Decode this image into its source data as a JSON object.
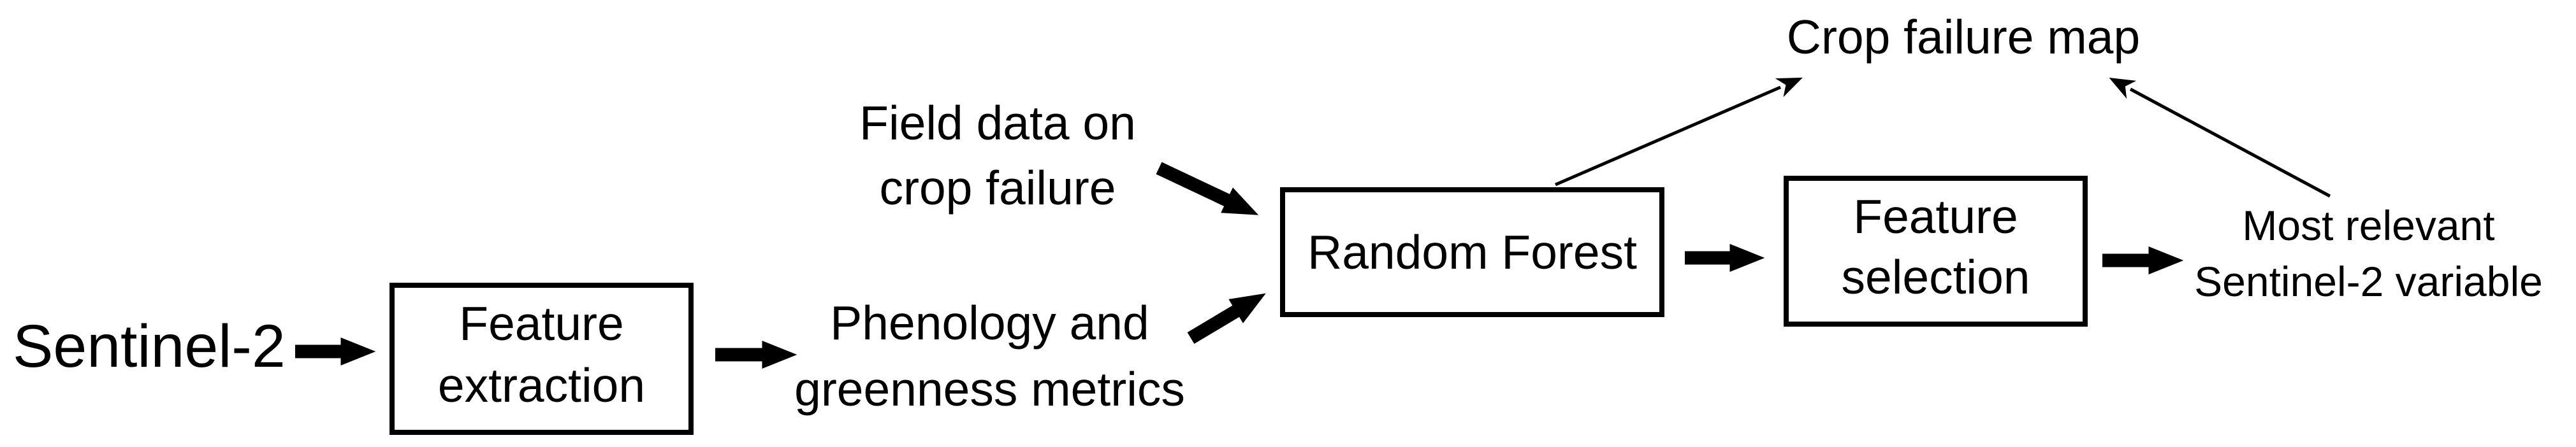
{
  "colors": {
    "ink": "#000000",
    "background": "#ffffff"
  },
  "diagram": {
    "nodes": [
      {
        "id": "sentinel2",
        "label": "Sentinel-2",
        "kind": "text"
      },
      {
        "id": "feature_extraction",
        "label": "Feature extraction",
        "kind": "box"
      },
      {
        "id": "field_data",
        "label": "Field data on crop failure",
        "kind": "text"
      },
      {
        "id": "phenology",
        "label": "Phenology and greenness metrics",
        "kind": "text"
      },
      {
        "id": "random_forest",
        "label": "Random Forest",
        "kind": "box"
      },
      {
        "id": "feature_selection",
        "label": "Feature selection",
        "kind": "box"
      },
      {
        "id": "crop_failure_map",
        "label": "Crop failure map",
        "kind": "text"
      },
      {
        "id": "most_relevant",
        "label": "Most relevant Sentinel-2 variable",
        "kind": "text"
      }
    ],
    "edges": [
      {
        "from": "sentinel2",
        "to": "feature_extraction",
        "style": "thick"
      },
      {
        "from": "feature_extraction",
        "to": "phenology",
        "style": "thick"
      },
      {
        "from": "field_data",
        "to": "random_forest",
        "style": "thick"
      },
      {
        "from": "phenology",
        "to": "random_forest",
        "style": "thick"
      },
      {
        "from": "random_forest",
        "to": "feature_selection",
        "style": "thick"
      },
      {
        "from": "random_forest",
        "to": "crop_failure_map",
        "style": "thin"
      },
      {
        "from": "feature_selection",
        "to": "most_relevant",
        "style": "thick"
      },
      {
        "from": "most_relevant",
        "to": "crop_failure_map",
        "style": "thin"
      }
    ]
  },
  "labels": {
    "sentinel2": "Sentinel-2",
    "feature_extraction": "Feature\nextraction",
    "field_data": "Field data on\ncrop failure",
    "phenology": "Phenology and\ngreenness metrics",
    "random_forest": "Random Forest",
    "feature_selection": "Feature\nselection",
    "crop_failure_map": "Crop failure map",
    "most_relevant": "Most relevant\nSentinel-2 variable"
  }
}
